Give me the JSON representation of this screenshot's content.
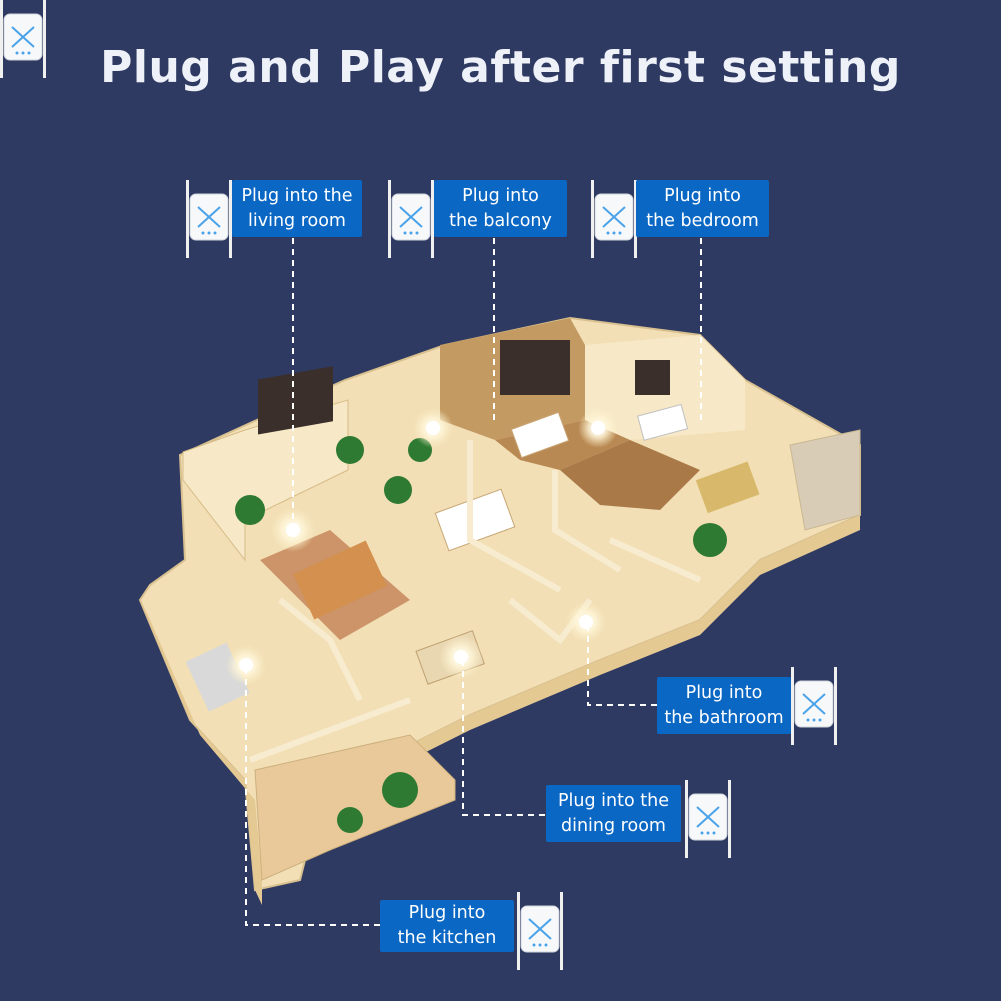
{
  "title": "Plug and Play after first setting",
  "labels": {
    "living_room": "Plug into the\nliving room",
    "balcony": "Plug into\nthe balcony",
    "bedroom": "Plug into\nthe bedroom",
    "bathroom": "Plug into\nthe bathroom",
    "dining_room": "Plug into the\ndining room",
    "kitchen": "Plug into\nthe kitchen"
  },
  "colors": {
    "background": "#2f3a62",
    "label_bg": "#0a67c4",
    "floor": "#f2dfb6",
    "walls": "#f6e7c4",
    "wood": "#b98953"
  },
  "icons": [
    "wifi-extender-icon",
    "signal-node-icon",
    "plant-icon"
  ]
}
